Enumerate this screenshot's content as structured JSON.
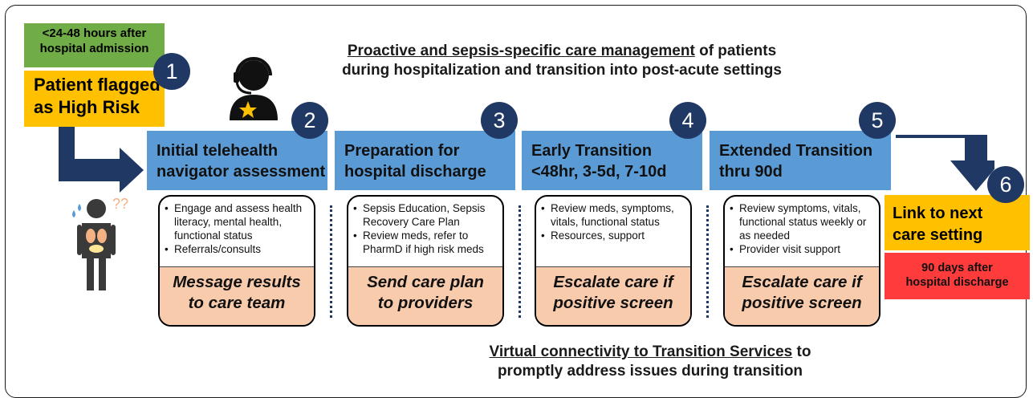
{
  "admission_window": {
    "line1": "<24-48 hours after",
    "line2": "hospital admission"
  },
  "flag": {
    "line1": "Patient flagged",
    "line2": "as High Risk"
  },
  "header": {
    "underlined": "Proactive and sepsis-specific care management",
    "rest": " of patients",
    "line2": "during hospitalization and transition into post-acute settings"
  },
  "stages": [
    {
      "number": "2",
      "line1": "Initial telehealth",
      "line2": "navigator assessment",
      "bullets": [
        "Engage and assess health literacy, mental health, functional status",
        "Referrals/consults"
      ],
      "action1": "Message results",
      "action2": "to care team"
    },
    {
      "number": "3",
      "line1": "Preparation for",
      "line2": "hospital discharge",
      "bullets": [
        "Sepsis Education, Sepsis Recovery Care Plan",
        "Review meds, refer to PharmD if high risk meds"
      ],
      "action1": "Send care plan",
      "action2": "to providers"
    },
    {
      "number": "4",
      "line1": "Early Transition",
      "line2": "<48hr, 3-5d, 7-10d",
      "bullets": [
        "Review meds, symptoms, vitals, functional status",
        "Resources, support"
      ],
      "action1": "Escalate care if",
      "action2": "positive screen"
    },
    {
      "number": "5",
      "line1": "Extended Transition",
      "line2": "thru 90d",
      "bullets": [
        "Review symptoms, vitals, functional status weekly or as needed",
        "Provider visit support"
      ],
      "action1": "Escalate care if",
      "action2": "positive screen"
    }
  ],
  "step1": "1",
  "step6": "6",
  "next_setting": {
    "line1": "Link to next",
    "line2": "care setting"
  },
  "post_discharge": {
    "line1": "90 days after",
    "line2": "hospital discharge"
  },
  "footer": {
    "underlined": "Virtual connectivity to Transition Services",
    "rest": " to",
    "line2": "promptly address issues during transition"
  },
  "colors": {
    "navy": "#203864",
    "stage_blue": "#5b9bd5",
    "gold": "#ffc000",
    "green": "#70ad47",
    "salmon": "#f8cbad",
    "red": "#ff3b3b"
  },
  "icons": [
    "navigator-headset-icon",
    "sick-patient-icon",
    "arrow-down-right-icon",
    "arrow-right-down-icon"
  ]
}
